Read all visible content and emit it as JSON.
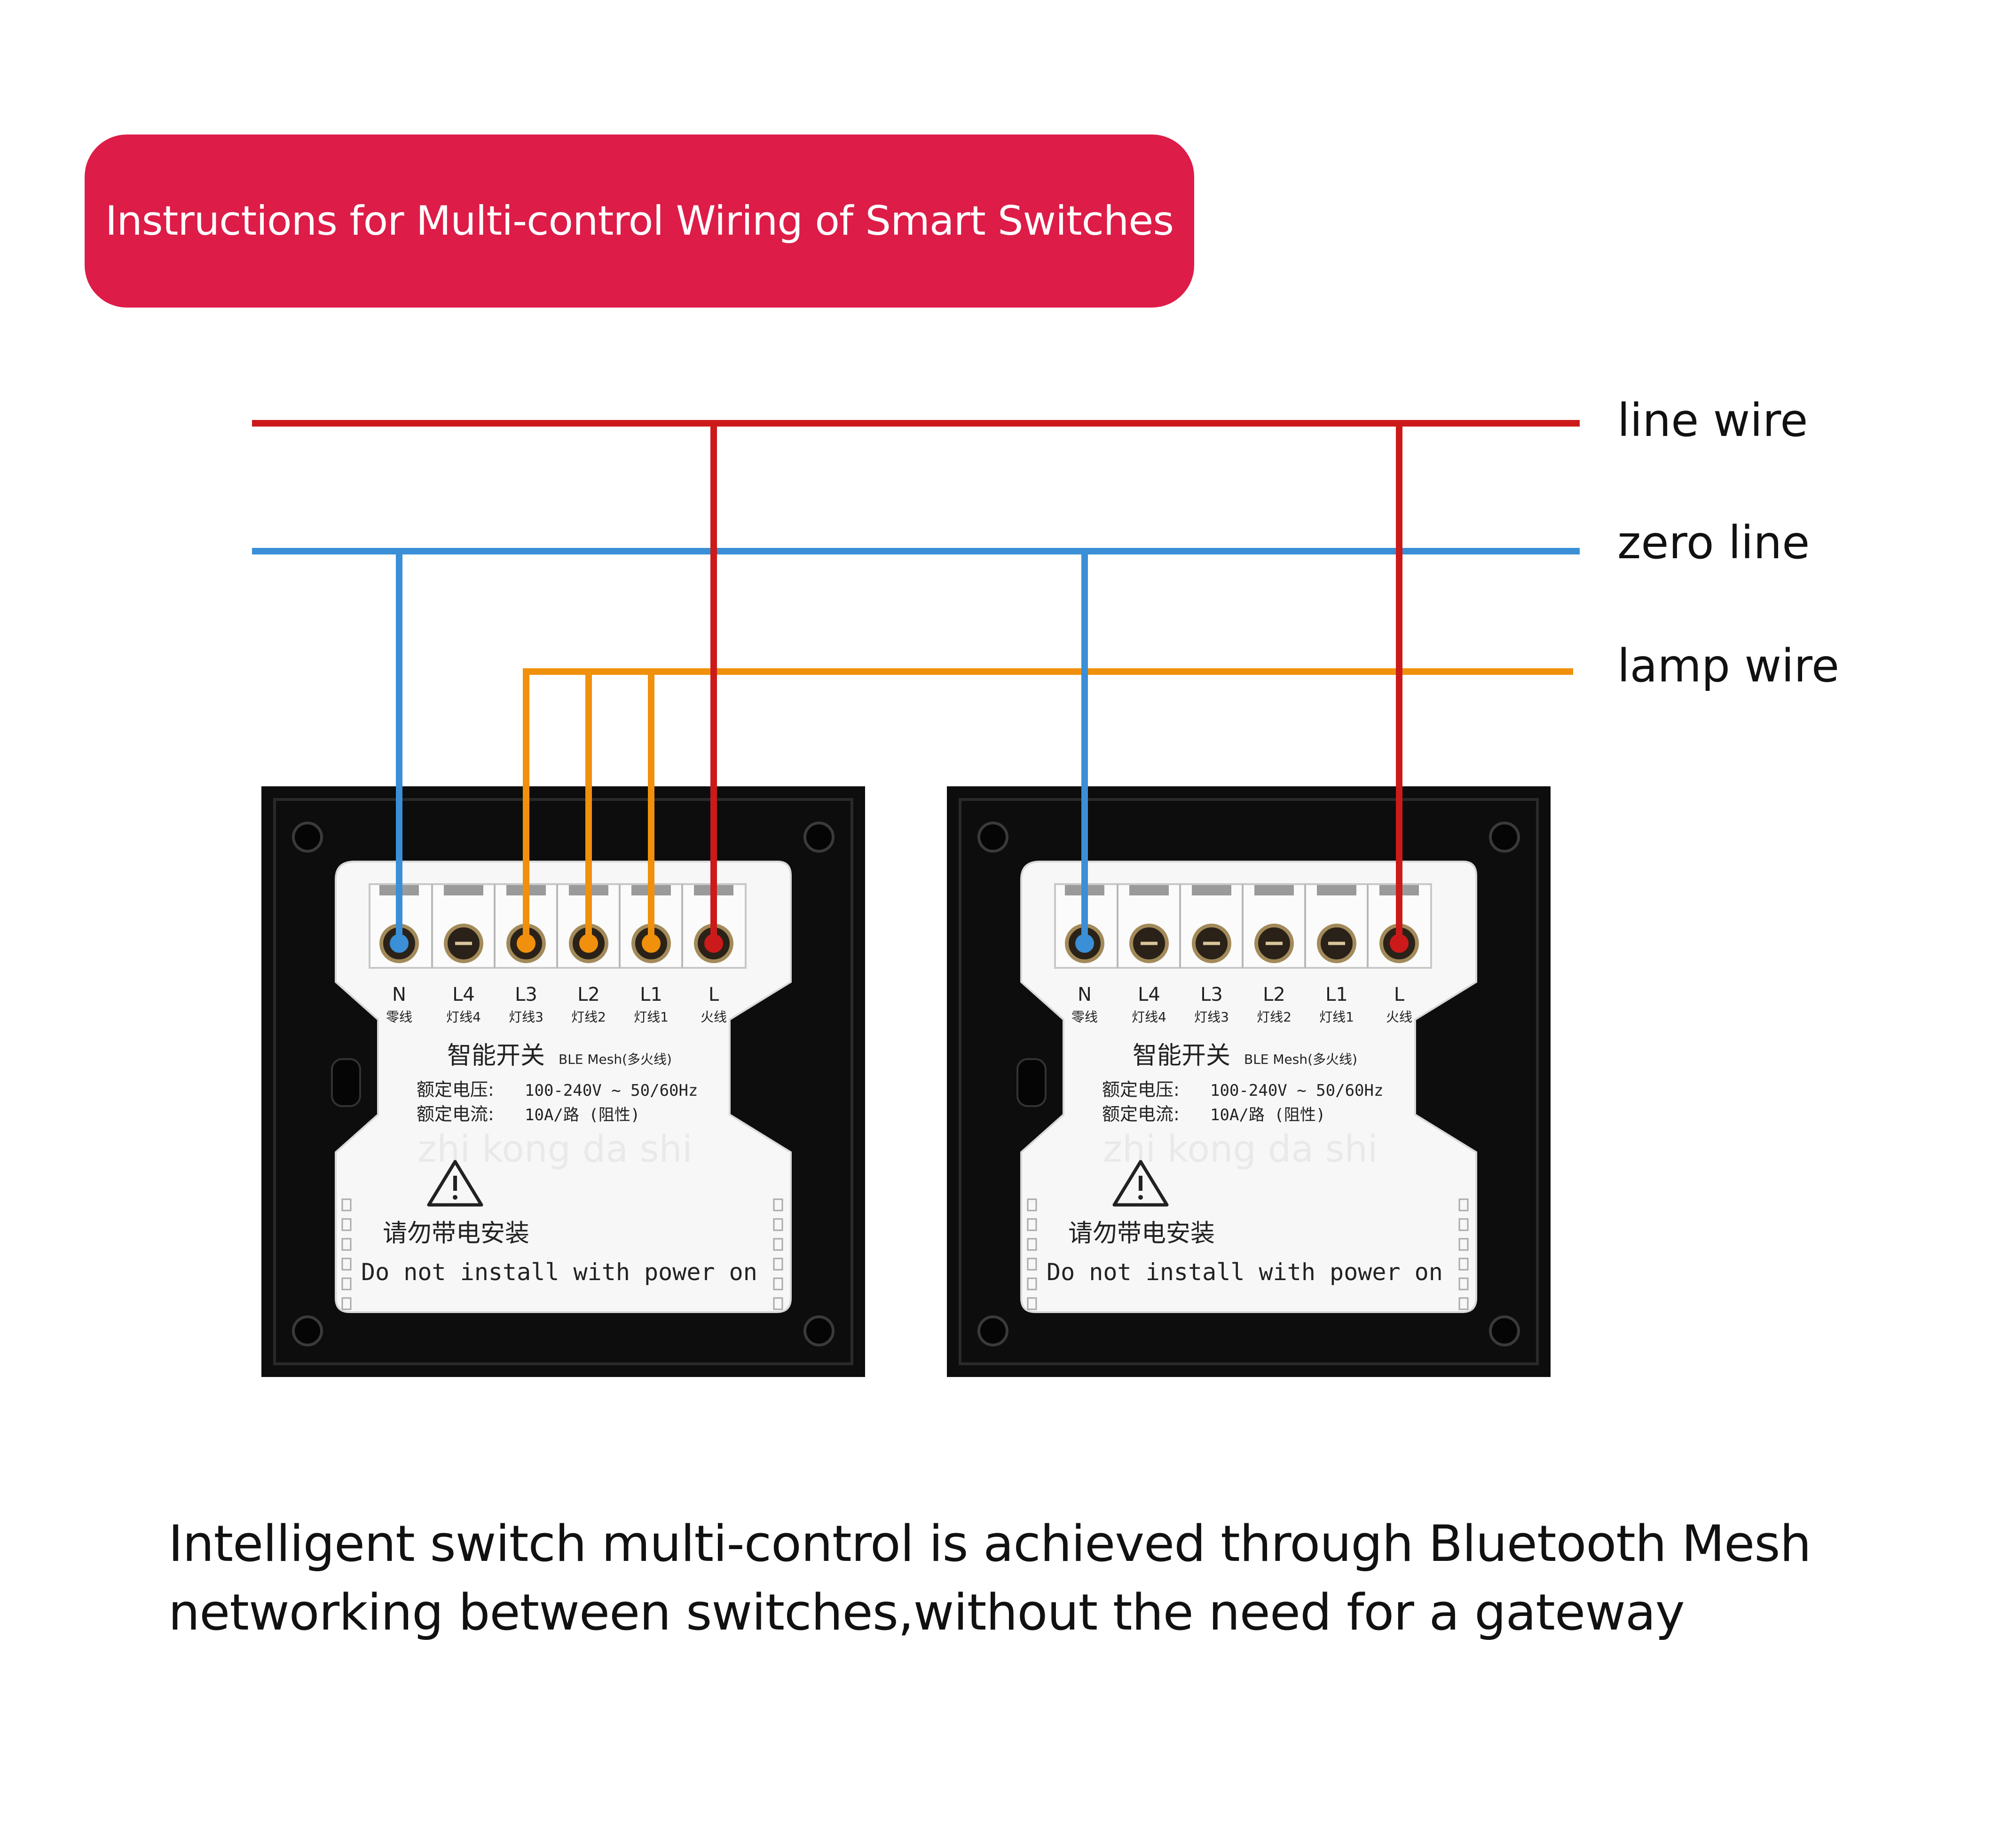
{
  "title": "Instructions for Multi-control Wiring of Smart Switches",
  "colors": {
    "banner": "#dd1c48",
    "line_wire": "#cc1a1a",
    "zero_line": "#3a8fd6",
    "lamp_wire": "#f0900c",
    "panel": "#0d0d0d",
    "module": "#f7f7f7"
  },
  "wire_labels": {
    "line": "line wire",
    "zero": "zero line",
    "lamp": "lamp wire"
  },
  "switches": [
    {
      "terminals": [
        {
          "code": "N",
          "cn": "零线"
        },
        {
          "code": "L4",
          "cn": "灯线4"
        },
        {
          "code": "L3",
          "cn": "灯线3"
        },
        {
          "code": "L2",
          "cn": "灯线2"
        },
        {
          "code": "L1",
          "cn": "灯线1"
        },
        {
          "code": "L",
          "cn": "火线"
        }
      ],
      "product_name_cn": "智能开关",
      "product_model": "BLE Mesh(多火线)",
      "voltage_label_cn": "额定电压:",
      "voltage_value": "100-240V ~ 50/60Hz",
      "current_label_cn": "额定电流:",
      "current_value": "10A/路 (阻性)",
      "watermark": "zhi kong da shi",
      "warning_icon": "warning-triangle-icon",
      "warning_cn": "请勿带电安装",
      "warning_en": "Do not install with power on"
    },
    {
      "terminals": [
        {
          "code": "N",
          "cn": "零线"
        },
        {
          "code": "L4",
          "cn": "灯线4"
        },
        {
          "code": "L3",
          "cn": "灯线3"
        },
        {
          "code": "L2",
          "cn": "灯线2"
        },
        {
          "code": "L1",
          "cn": "灯线1"
        },
        {
          "code": "L",
          "cn": "火线"
        }
      ],
      "product_name_cn": "智能开关",
      "product_model": "BLE Mesh(多火线)",
      "voltage_label_cn": "额定电压:",
      "voltage_value": "100-240V ~ 50/60Hz",
      "current_label_cn": "额定电流:",
      "current_value": "10A/路 (阻性)",
      "watermark": "zhi kong da shi",
      "warning_icon": "warning-triangle-icon",
      "warning_cn": "请勿带电安装",
      "warning_en": "Do not install with power on"
    }
  ],
  "connections": [
    {
      "switch": 0,
      "terminal": "N",
      "wire": "zero"
    },
    {
      "switch": 0,
      "terminal": "L3",
      "wire": "lamp"
    },
    {
      "switch": 0,
      "terminal": "L2",
      "wire": "lamp"
    },
    {
      "switch": 0,
      "terminal": "L1",
      "wire": "lamp"
    },
    {
      "switch": 0,
      "terminal": "L",
      "wire": "line"
    },
    {
      "switch": 1,
      "terminal": "N",
      "wire": "zero"
    },
    {
      "switch": 1,
      "terminal": "L",
      "wire": "line"
    }
  ],
  "caption": [
    "Intelligent switch multi-control is achieved through Bluetooth Mesh",
    "networking between switches,without the need for a  gateway"
  ]
}
